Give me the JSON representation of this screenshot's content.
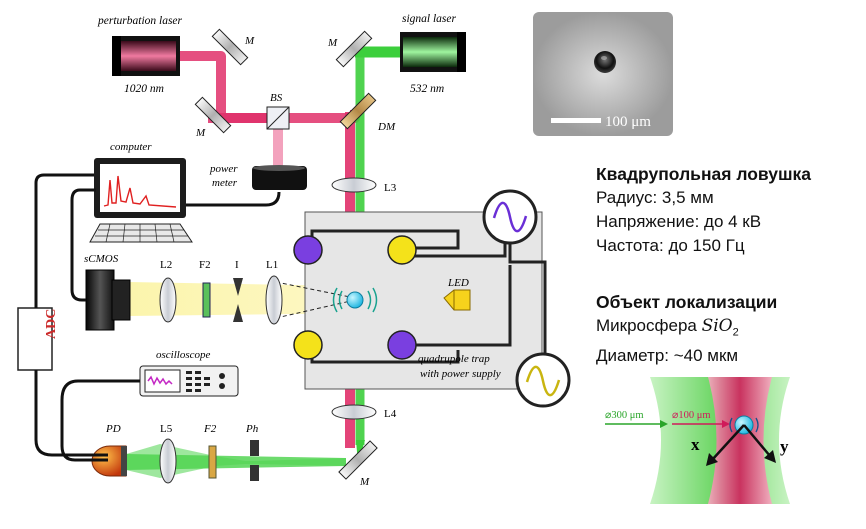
{
  "labels": {
    "perturbation_laser": "perturbation laser",
    "perturbation_nm": "1020 nm",
    "signal_laser": "signal laser",
    "signal_nm": "532 nm",
    "mirror": "M",
    "beam_splitter": "BS",
    "dichroic_mirror": "DM",
    "computer": "computer",
    "power_meter_line1": "power",
    "power_meter_line2": "meter",
    "scmos": "sCMOS",
    "l1": "L1",
    "l2": "L2",
    "l3": "L3",
    "l4": "L4",
    "l5": "L5",
    "f2": "F2",
    "iris": "I",
    "led": "LED",
    "adc": "ADC",
    "oscilloscope": "oscilloscope",
    "pd": "PD",
    "ph": "Ph",
    "trap_line1": "quadrupole trap",
    "trap_line2": "with power supply",
    "scale_bar": "100 μm",
    "beam_wide": "⌀300 μm",
    "beam_narrow": "⌀100 μm",
    "axis_x": "x",
    "axis_y": "y"
  },
  "trap_info": {
    "title": "Квадрупольная ловушка",
    "radius": "Радиус: 3,5 мм",
    "voltage": "Напряжение: до 4 кВ",
    "frequency": "Частота: до 150 Гц"
  },
  "object_info": {
    "title": "Объект локализации",
    "particle_prefix": "Микросфера ",
    "particle_formula": "SiO",
    "particle_sub": "2",
    "diameter": "Диаметр: ~40 мкм"
  },
  "colors": {
    "red_beam": "#e0306a",
    "pink_beam": "#f08aae",
    "green_beam": "#3ccf3c",
    "purple_electrode": "#7a3fe0",
    "yellow_electrode": "#f4e21a",
    "trap_box": "#e6e6e6",
    "particle": "#37d6f0"
  }
}
